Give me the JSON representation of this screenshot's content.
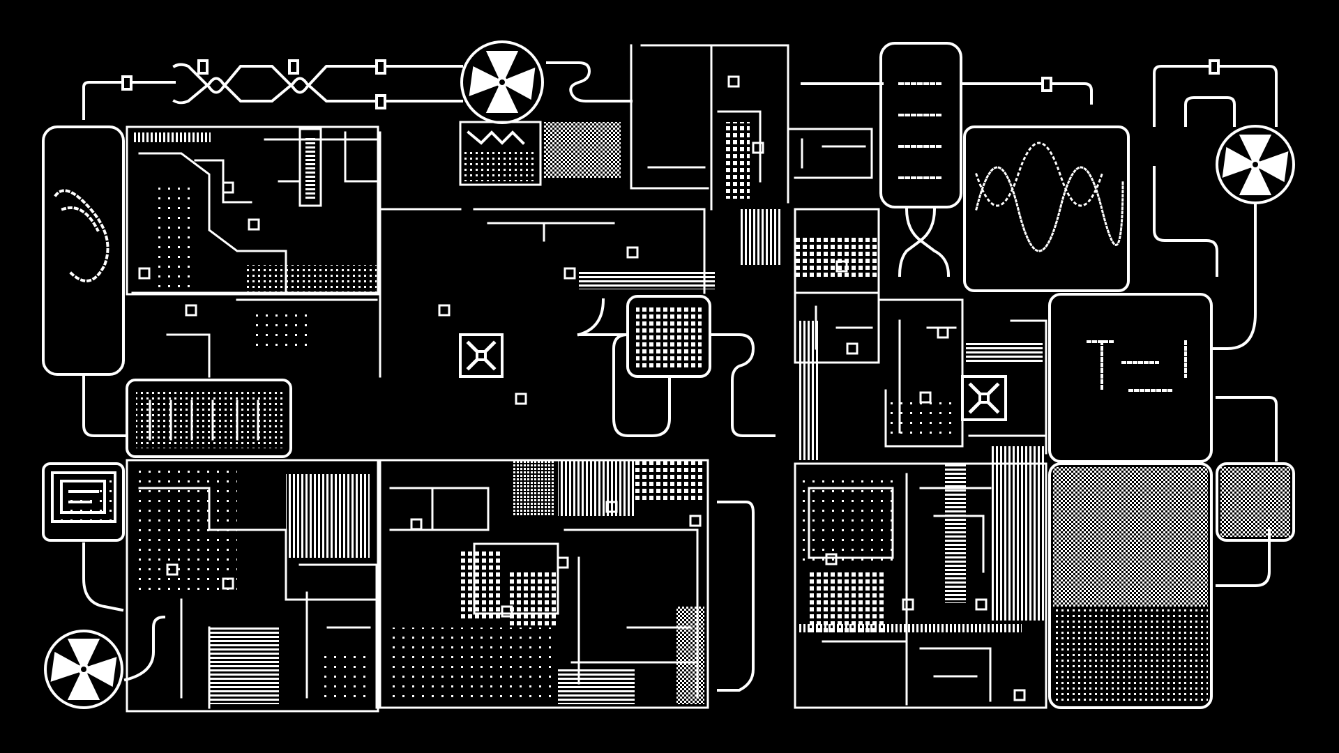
{
  "screen": {
    "description_free": true,
    "background_color": "#000000",
    "foreground_color": "#ffffff"
  },
  "components": {
    "fans": [
      "fan-icon",
      "fan-icon",
      "fan-icon"
    ],
    "tanks": [
      "tank-left",
      "tank-top-right",
      "scope-panel",
      "reservoir-right",
      "gradient-panel"
    ],
    "chips": [
      "chip-icon",
      "chip-icon"
    ]
  }
}
